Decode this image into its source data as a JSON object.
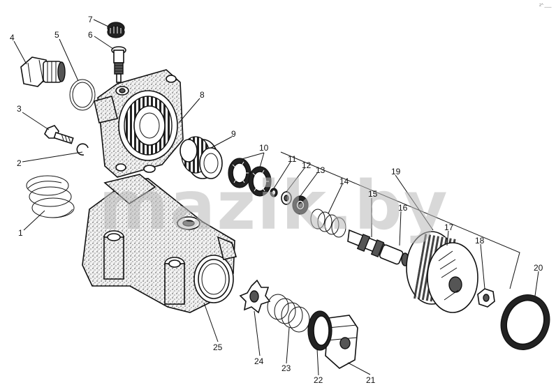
{
  "watermark": "mazik.by",
  "corner_mark": "z^ ___",
  "parts": [
    {
      "id": "1",
      "label": "1"
    },
    {
      "id": "2",
      "label": "2"
    },
    {
      "id": "3",
      "label": "3"
    },
    {
      "id": "4",
      "label": "4"
    },
    {
      "id": "5",
      "label": "5"
    },
    {
      "id": "6",
      "label": "6"
    },
    {
      "id": "7",
      "label": "7"
    },
    {
      "id": "8",
      "label": "8"
    },
    {
      "id": "9",
      "label": "9"
    },
    {
      "id": "10",
      "label": "10"
    },
    {
      "id": "11",
      "label": "11"
    },
    {
      "id": "12",
      "label": "12"
    },
    {
      "id": "13",
      "label": "13"
    },
    {
      "id": "14",
      "label": "14"
    },
    {
      "id": "15",
      "label": "15"
    },
    {
      "id": "16",
      "label": "16"
    },
    {
      "id": "17",
      "label": "17"
    },
    {
      "id": "18",
      "label": "18"
    },
    {
      "id": "19",
      "label": "19"
    },
    {
      "id": "20",
      "label": "20"
    },
    {
      "id": "21",
      "label": "21"
    },
    {
      "id": "22",
      "label": "22"
    },
    {
      "id": "23",
      "label": "23"
    },
    {
      "id": "24",
      "label": "24"
    },
    {
      "id": "25",
      "label": "25"
    }
  ]
}
